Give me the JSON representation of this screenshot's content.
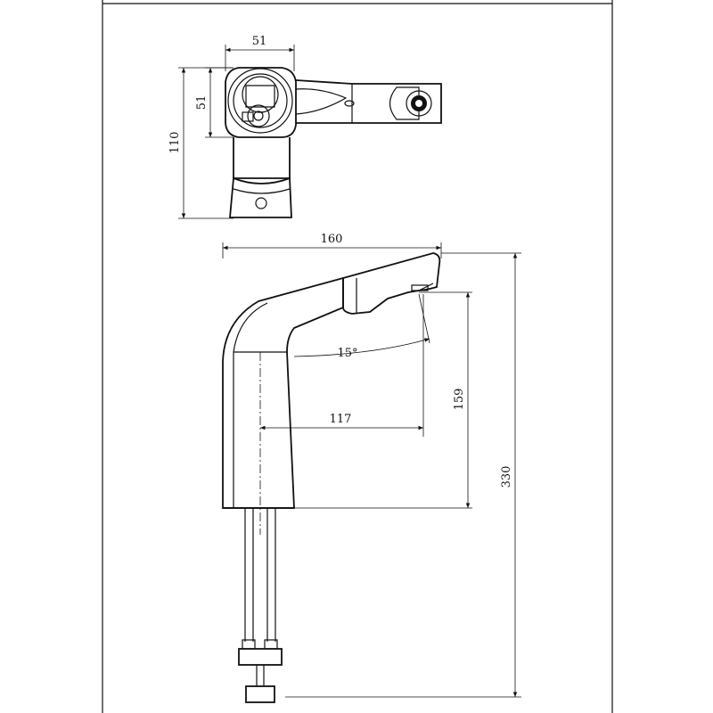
{
  "dimensions": {
    "top_width": "51",
    "top_depth": "51",
    "top_total": "110",
    "side_width": "160",
    "angle": "15°",
    "reach": "117",
    "spout_height": "159",
    "total_height": "330"
  },
  "colors": {
    "line": "#111111",
    "background": "#ffffff"
  }
}
